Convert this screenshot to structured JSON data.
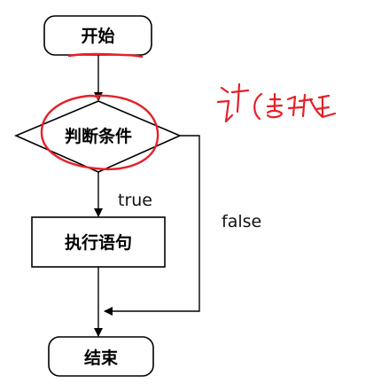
{
  "nodes": {
    "start": "开始",
    "condition": "判断条件",
    "statement": "执行语句",
    "end": "结束"
  },
  "edges": {
    "true_label": "true",
    "false_label": "false"
  },
  "handwriting_annotation": "if语句",
  "colors": {
    "ink_red": "#e5202a",
    "line": "#000000"
  }
}
